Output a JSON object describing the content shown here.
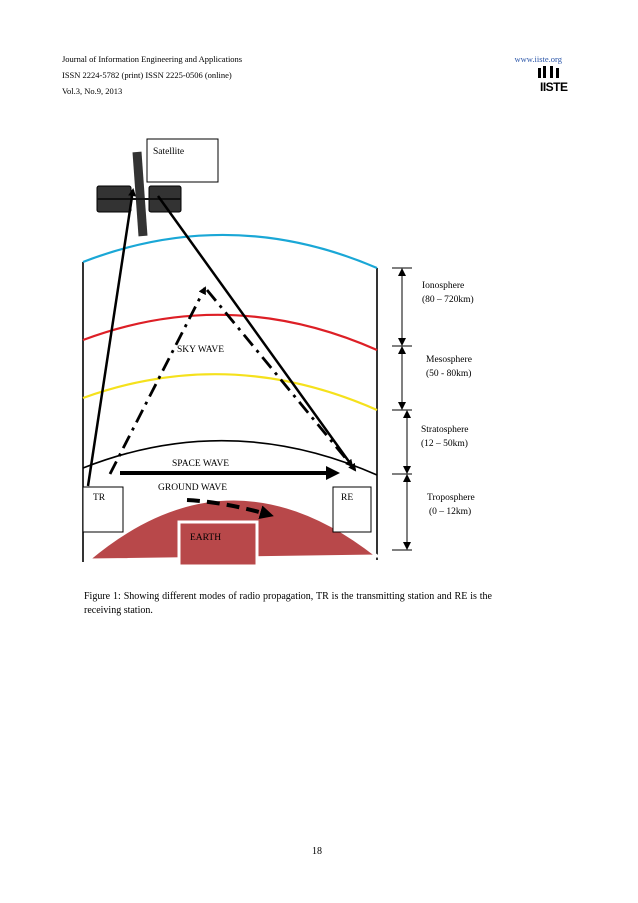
{
  "header": {
    "journal": "Journal of Information Engineering and Applications",
    "issn": "ISSN 2224-5782 (print) ISSN 2225-0506 (online)",
    "volume": "Vol.3, No.9, 2013",
    "url": "www.iiste.org",
    "logo_text": "IISTE"
  },
  "figure": {
    "satellite_label": "Satellite",
    "sky_wave_label": "SKY WAVE",
    "space_wave_label": "SPACE WAVE",
    "ground_wave_label": "GROUND WAVE",
    "tr_label": "TR",
    "re_label": "RE",
    "earth_label": "EARTH",
    "layers": [
      {
        "name": "Ionosphere",
        "range": "(80 – 720km)",
        "color": "#1aa7d6"
      },
      {
        "name": "Mesosphere",
        "range": "(50 - 80km)",
        "color": "#dd1f26"
      },
      {
        "name": "Stratosphere",
        "range": "(12 – 50km)",
        "color": "#f5e11c"
      },
      {
        "name": "Troposphere",
        "range": "(0 – 12km)",
        "color": "#000000"
      }
    ],
    "earth_color": "#b8484a"
  },
  "caption": "Figure 1: Showing different modes of radio propagation, TR is the transmitting station and RE is the receiving station.",
  "page_number": "18"
}
